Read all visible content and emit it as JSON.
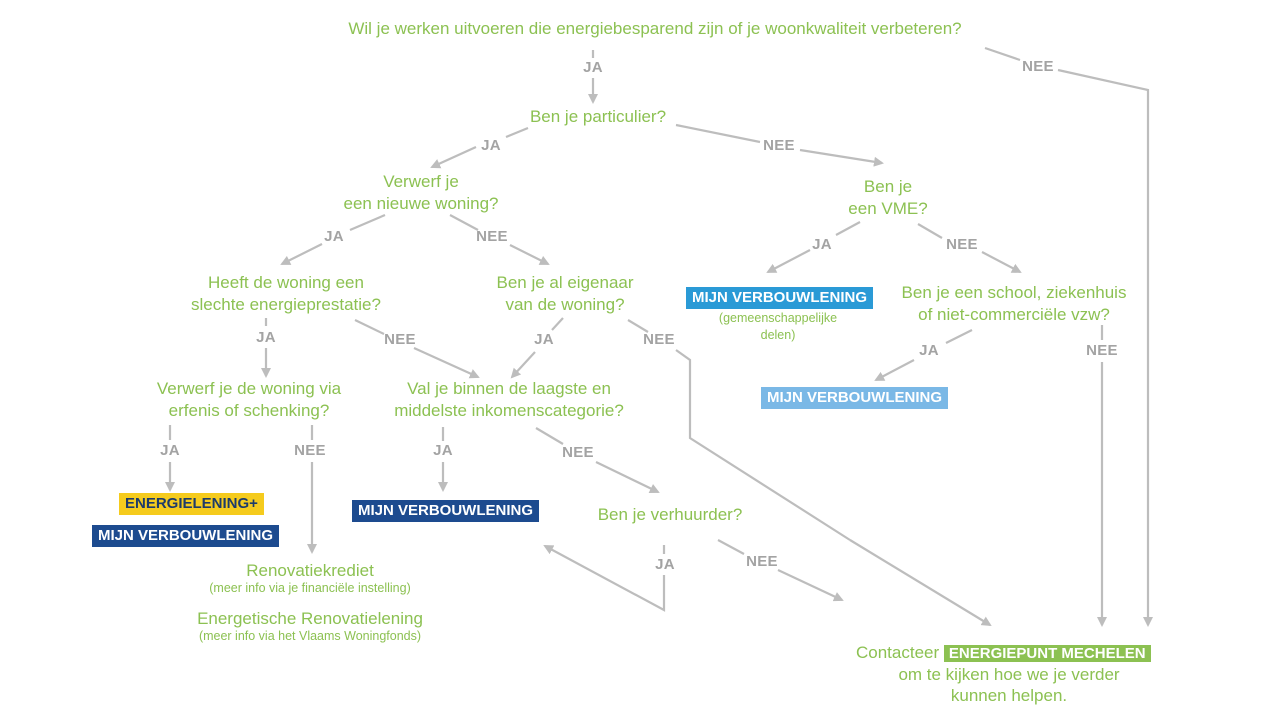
{
  "questions": {
    "q1": "Wil je werken uitvoeren die energiebesparend zijn of je woonkwaliteit verbeteren?",
    "q2": "Ben je particulier?",
    "q3_line1": "Verwerf je",
    "q3_line2": "een nieuwe woning?",
    "q4_line1": "Ben je",
    "q4_line2": "een VME?",
    "q5_line1": "Heeft de woning een",
    "q5_line2": "slechte energieprestatie?",
    "q6_line1": "Ben je al eigenaar",
    "q6_line2": "van de woning?",
    "q7_line1": "Ben je een school, ziekenhuis",
    "q7_line2": "of niet-commerciële vzw?",
    "q8_line1": "Verwerf je de woning via",
    "q8_line2": "erfenis of schenking?",
    "q9_line1": "Val je binnen de laagste en",
    "q9_line2": "middelste inkomenscategorie?",
    "q10": "Ben je verhuurder?"
  },
  "labels": {
    "ja": "JA",
    "nee": "NEE"
  },
  "outcomes": {
    "mijn_verbouwlening": "MIJN VERBOUWLENING",
    "energielening_plus": "ENERGIELENING+",
    "vme_note_line1": "(gemeenschappelijke",
    "vme_note_line2": "delen)",
    "renovatiekrediet": "Renovatiekrediet",
    "renovatiekrediet_note": "(meer info via je financiële instelling)",
    "renovatielening": "Energetische Renovatielening",
    "renovatielening_note": "(meer info via het Vlaams Woningfonds)",
    "contact_prefix": "Contacteer",
    "energiepunt": "ENERGIEPUNT MECHELEN",
    "contact_line2": "om te kijken hoe we je verder",
    "contact_line3": "kunnen helpen."
  },
  "colors": {
    "question_green": "#8cc152",
    "label_grey": "#a3a3a3",
    "arrow_grey": "#bdbdbd",
    "navy": "#1d4b8f",
    "blue": "#2a9ad6",
    "light_blue": "#7ab8e6",
    "yellow": "#f5cb1d"
  }
}
